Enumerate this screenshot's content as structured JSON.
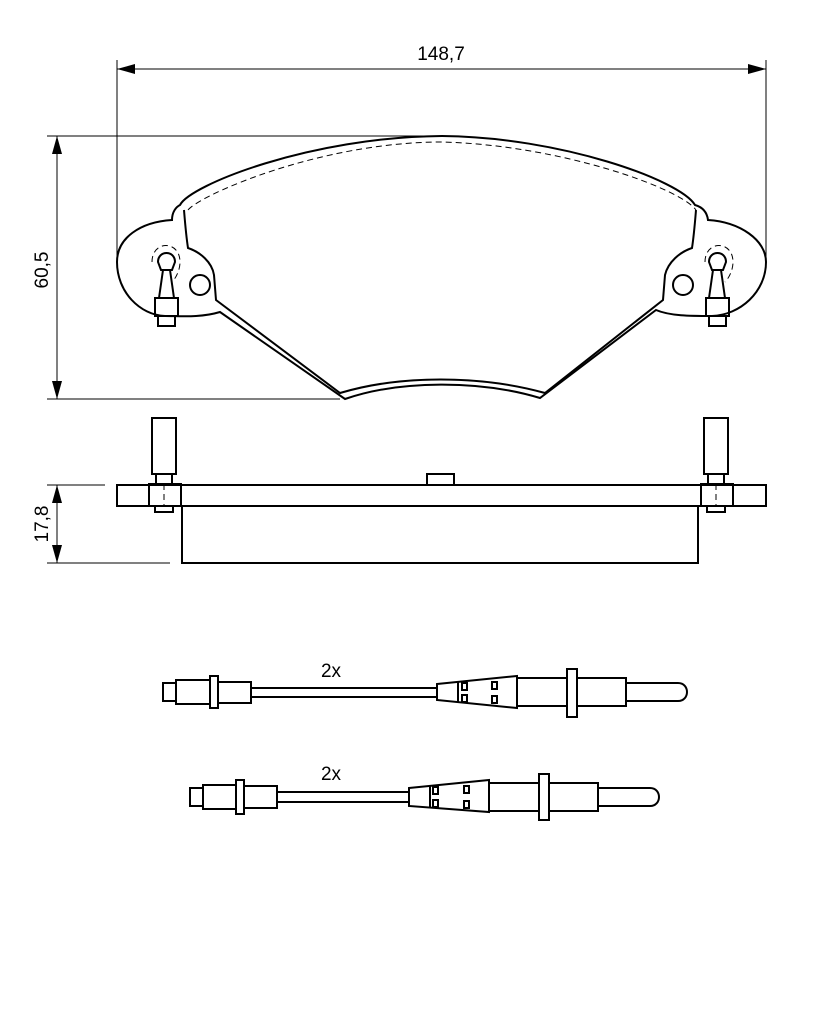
{
  "dimensions": {
    "width_label": "148,7",
    "height_label": "60,5",
    "thickness_label": "17,8"
  },
  "sensors": [
    {
      "quantity_label": "2x"
    },
    {
      "quantity_label": "2x"
    }
  ]
}
